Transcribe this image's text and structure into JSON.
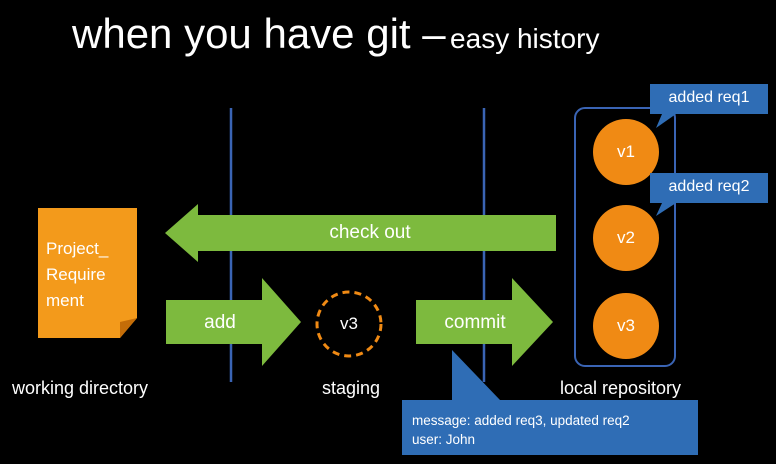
{
  "title": {
    "main": "when you have git –",
    "sub": "easy history"
  },
  "document": {
    "lines": [
      "Project_",
      "Require",
      "ment"
    ]
  },
  "arrows": {
    "checkout": "check out",
    "add": "add",
    "commit": "commit"
  },
  "staging_version": "v3",
  "repository": {
    "versions": [
      "v1",
      "v2",
      "v3"
    ],
    "callouts": [
      "added req1",
      "added req2"
    ]
  },
  "captions": {
    "working": "working directory",
    "staging": "staging",
    "repo": "local repository"
  },
  "commit_info": {
    "message": "message: added req3, updated req2",
    "user": "user: John"
  },
  "colors": {
    "arrow": "#7dba3e",
    "document": "#f39a1b",
    "version": "#f08a14",
    "callout": "#2f6db5",
    "divider": "#3a64b4"
  }
}
